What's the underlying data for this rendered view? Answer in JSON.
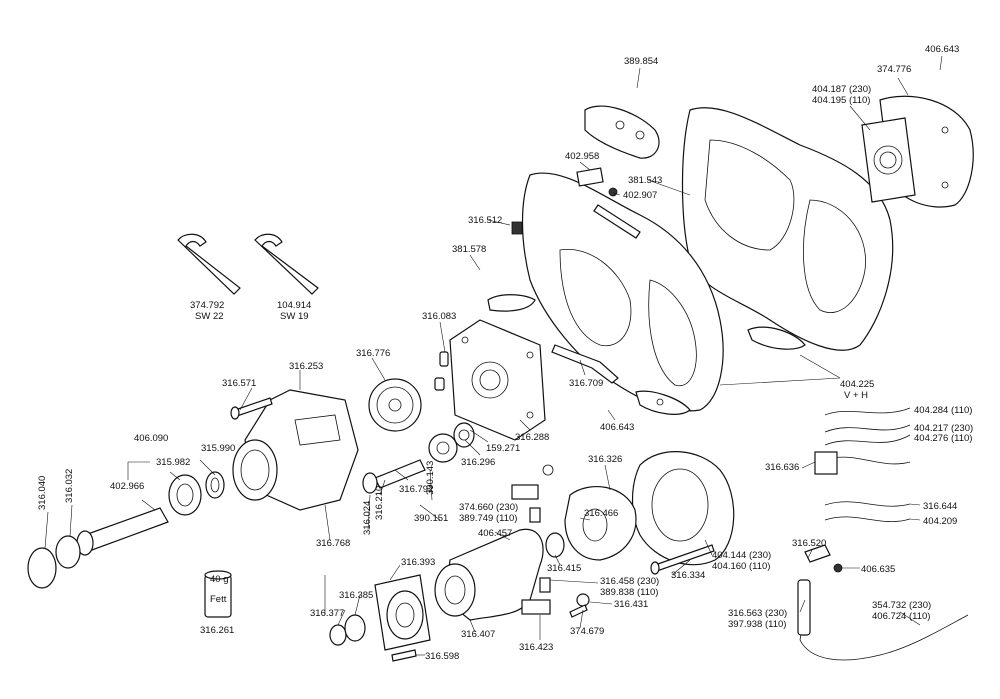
{
  "labels": {
    "p389_854": "389.854",
    "p406_643_top": "406.643",
    "p374_776": "374.776",
    "p404_187": "404.187 (230)",
    "p404_195": "404.195 (110)",
    "p402_958": "402.958",
    "p381_543": "381.543",
    "p402_907": "402.907",
    "p316_512": "316.512",
    "p381_578": "381.578",
    "p374_792": "374.792",
    "p374_792_sw": "SW 22",
    "p104_914": "104.914",
    "p104_914_sw": "SW 19",
    "p316_083": "316.083",
    "p316_776": "316.776",
    "p316_253": "316.253",
    "p316_571": "316.571",
    "p316_709": "316.709",
    "p404_225": "404.225",
    "p404_225_vh": "V + H",
    "p406_643_mid": "406.643",
    "p316_288": "316.288",
    "p159_271": "159.271",
    "p316_296": "316.296",
    "p406_090": "406.090",
    "p315_990": "315.990",
    "p315_982": "315.982",
    "p402_966": "402.966",
    "p316_040": "316.040",
    "p316_032": "316.032",
    "p390_143": "390.143",
    "p316_792": "316.792",
    "p316_210": "316.210",
    "p316_024": "316.024",
    "p390_151": "390.151",
    "p316_768": "316.768",
    "p316_326": "316.326",
    "p374_660": "374.660 (230)",
    "p389_749": "389.749 (110)",
    "p406_457": "406.457",
    "p316_466": "316.466",
    "p316_415": "316.415",
    "p316_393": "316.393",
    "p316_385": "316.385",
    "p316_377": "316.377",
    "p316_407": "316.407",
    "p316_598": "316.598",
    "p316_458": "316.458 (230)",
    "p389_838": "389.838 (110)",
    "p316_431": "316.431",
    "p374_679": "374.679",
    "p316_423": "316.423",
    "p316_334": "316.334",
    "p404_144": "404.144 (230)",
    "p404_160": "404.160 (110)",
    "p404_284": "404.284 (110)",
    "p404_217": "404.217 (230)",
    "p404_276": "404.276 (110)",
    "p316_636": "316.636",
    "p316_644": "316.644",
    "p404_209": "404.209",
    "p316_520": "316.520",
    "p406_635": "406.635",
    "p316_563": "316.563 (230)",
    "p397_938": "397.938 (110)",
    "p354_732": "354.732 (230)",
    "p406_724": "406.724 (110)",
    "fett_weight": "40 g",
    "fett_label": "Fett",
    "p316_261": "316.261"
  }
}
